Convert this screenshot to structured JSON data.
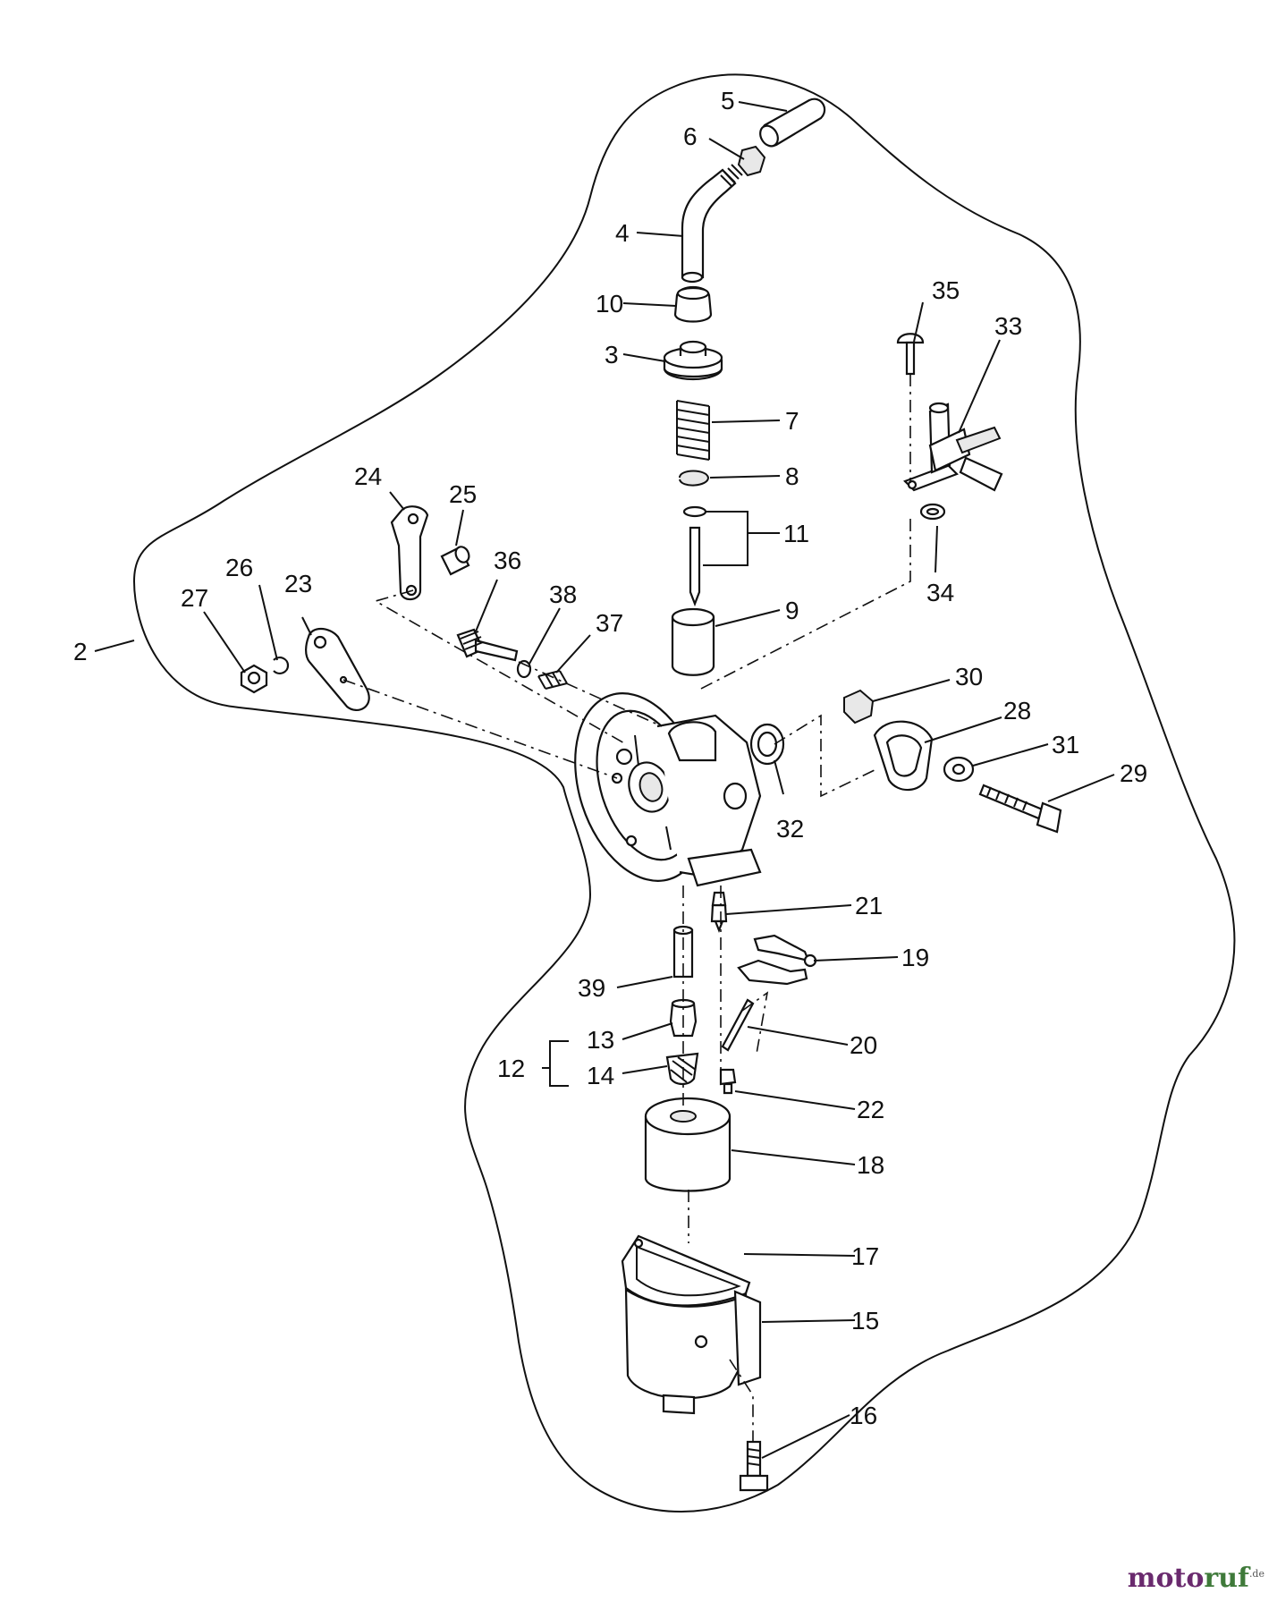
{
  "diagram": {
    "part_labels": [
      "2",
      "3",
      "4",
      "5",
      "6",
      "7",
      "8",
      "9",
      "10",
      "11",
      "12",
      "13",
      "14",
      "15",
      "16",
      "17",
      "18",
      "19",
      "20",
      "21",
      "22",
      "23",
      "24",
      "25",
      "26",
      "27",
      "28",
      "29",
      "30",
      "31",
      "32",
      "33",
      "34",
      "35",
      "36",
      "37",
      "38",
      "39"
    ]
  },
  "watermark": {
    "prefix": "moto",
    "suffix": "ruf",
    "tld": ".de"
  }
}
